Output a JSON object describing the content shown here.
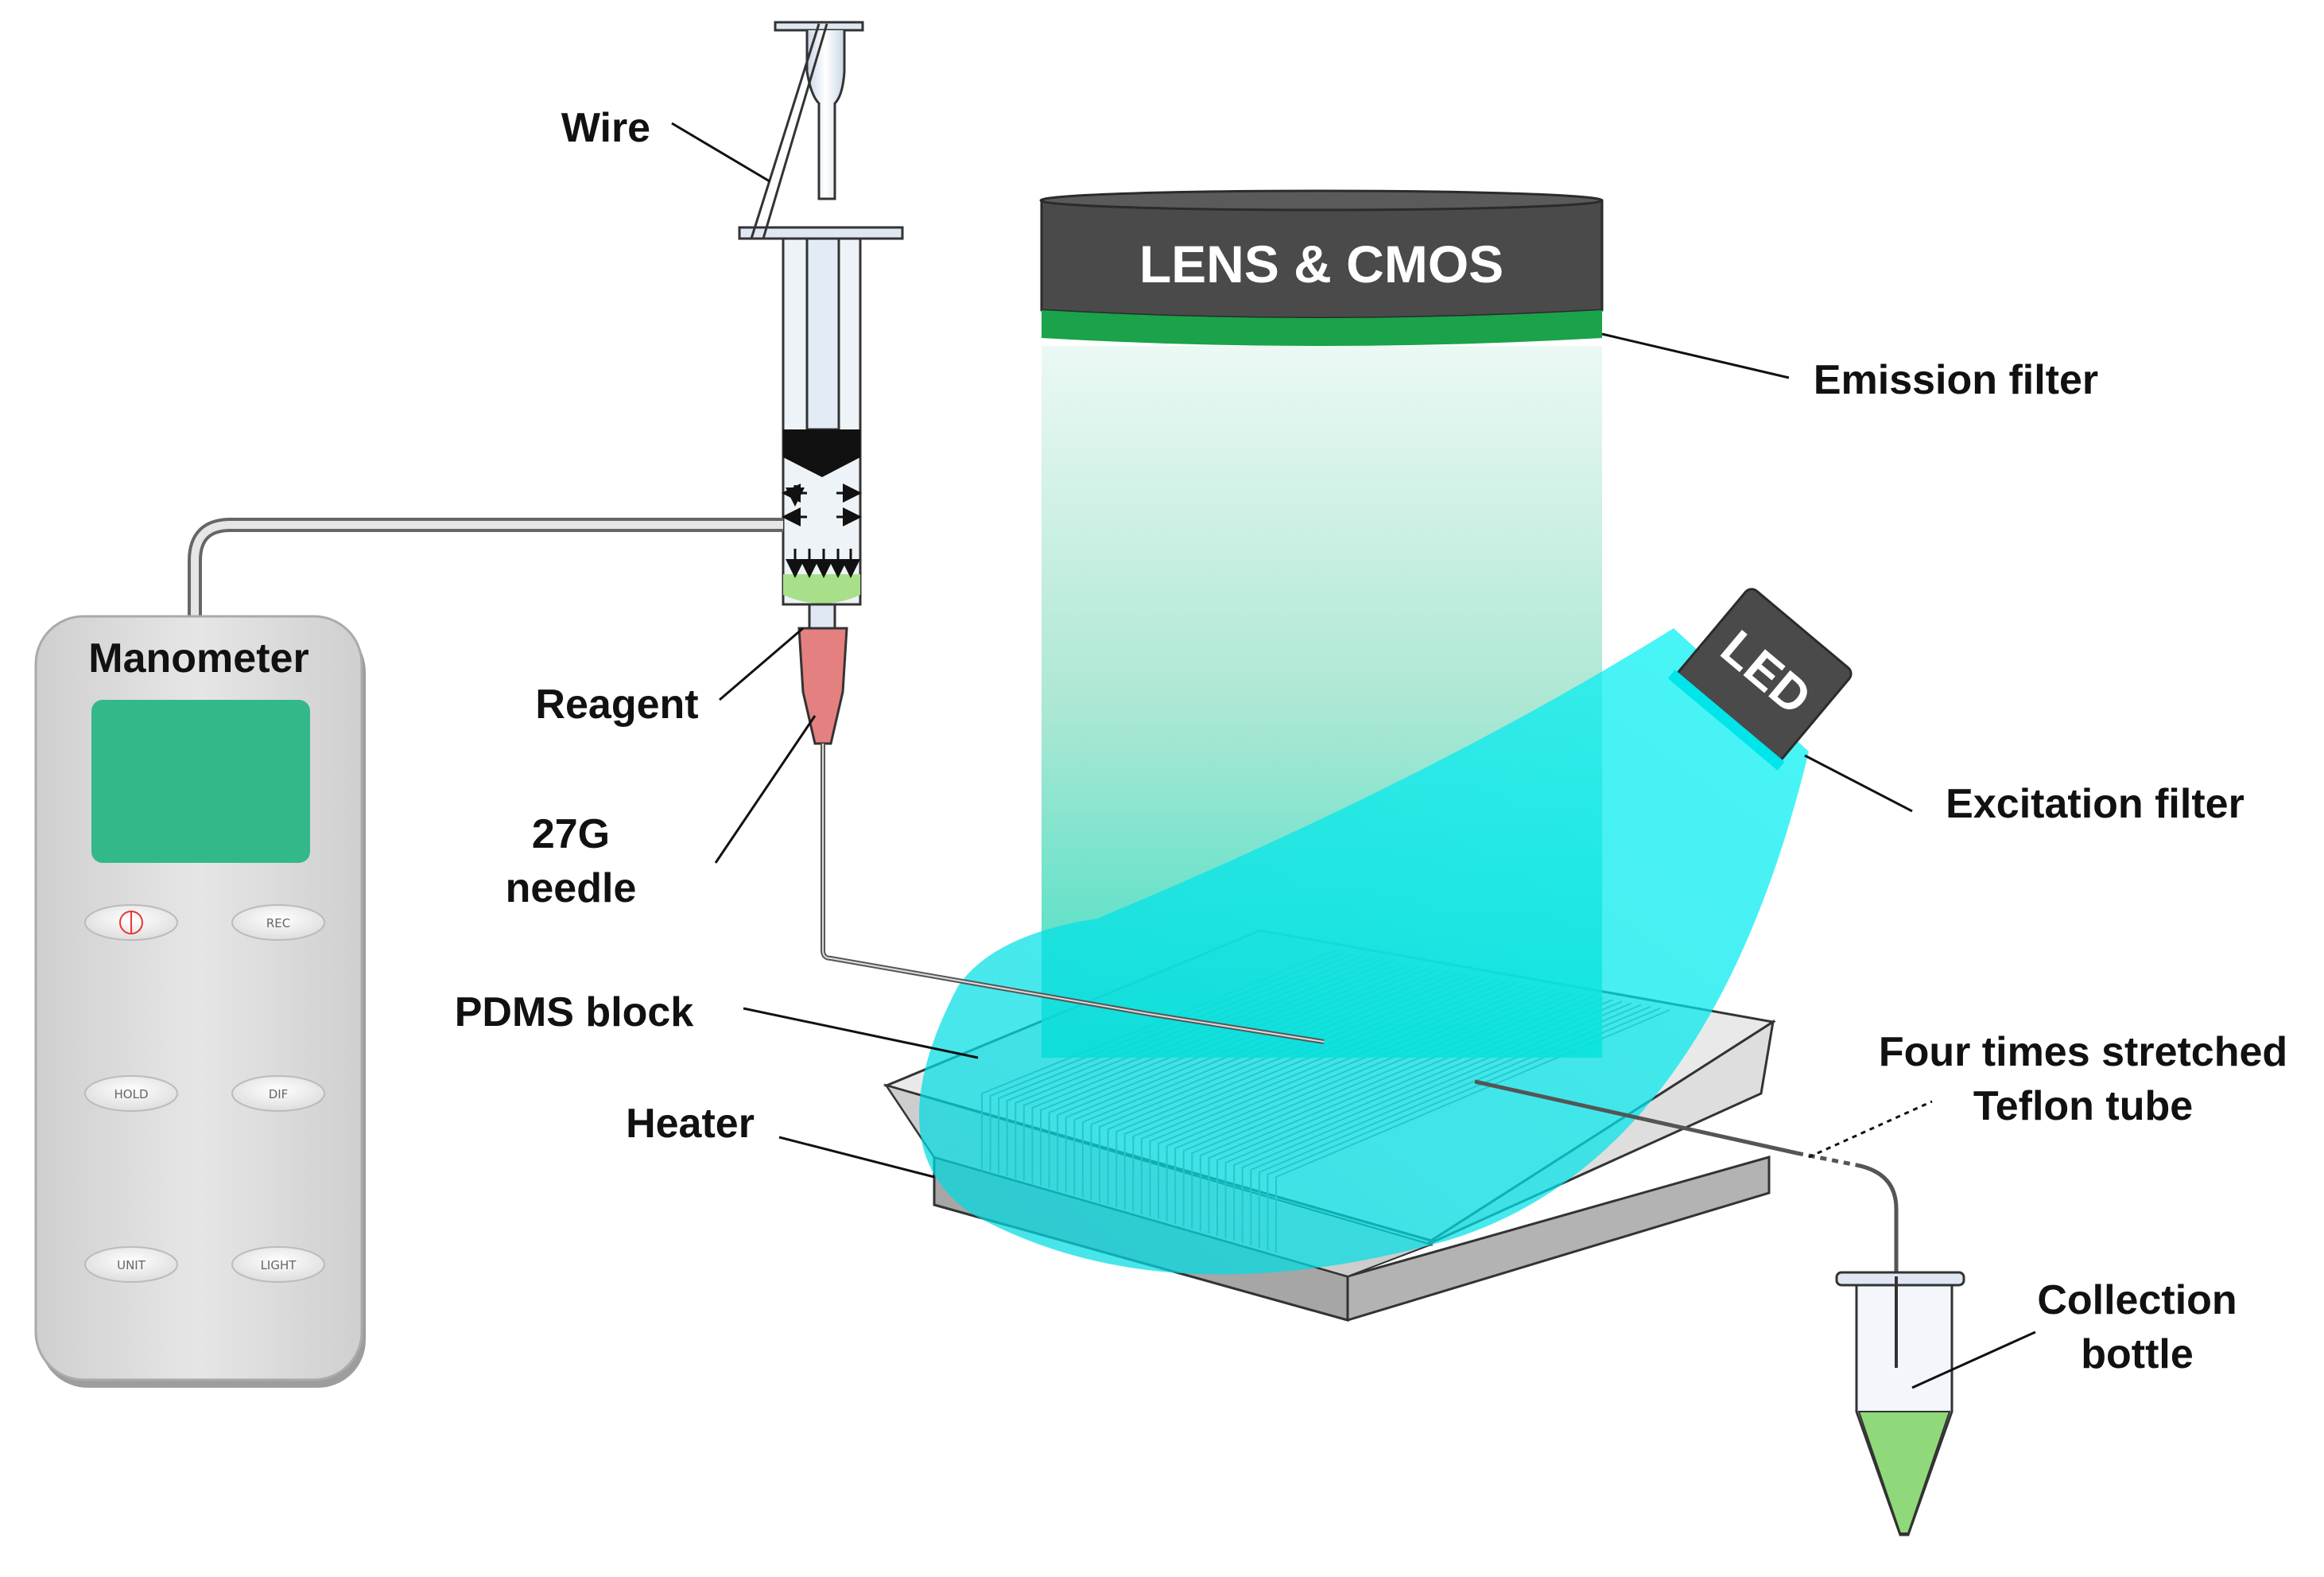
{
  "labels": {
    "wire": "Wire",
    "reagent": "Reagent",
    "needle_line1": "27G",
    "needle_line2": "needle",
    "pdms_block": "PDMS block",
    "heater": "Heater",
    "emission_filter": "Emission filter",
    "excitation_filter": "Excitation filter",
    "teflon_line1": "Four times stretched",
    "teflon_line2": "Teflon tube",
    "collection_line1": "Collection",
    "collection_line2": "bottle"
  },
  "camera": {
    "title": "LENS & CMOS"
  },
  "led": {
    "title": "LED"
  },
  "manometer": {
    "title": "Manometer",
    "buttons": [
      "REC",
      "HOLD",
      "DIF",
      "UNIT",
      "LIGHT"
    ]
  },
  "colors": {
    "camera_body": "#4a4a4a",
    "emission_filter": "#1aa34a",
    "excitation_light": "#00e5ea",
    "light_column": "#3cc9a3",
    "manometer_screen": "#33b88a",
    "reagent": "#a8e08a",
    "needle_hub": "#e58080",
    "collection_liquid": "#8fd97a"
  }
}
